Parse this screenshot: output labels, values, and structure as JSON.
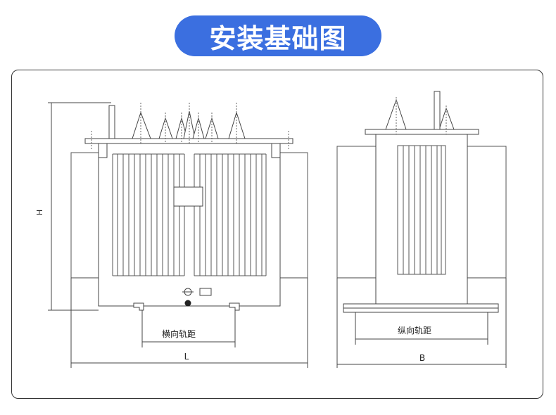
{
  "header": {
    "title": "安装基础图"
  },
  "front_view": {
    "height_label": "H",
    "length_label": "L",
    "rail_gauge_label": "横向轨距"
  },
  "side_view": {
    "width_label": "B",
    "rail_gauge_label": "纵向轨距"
  }
}
